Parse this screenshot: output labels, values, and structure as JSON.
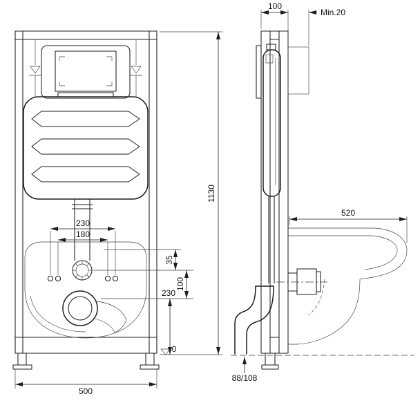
{
  "front_view": {
    "dim_bolt_spacing_outer": "230",
    "dim_bolt_spacing_inner": "180",
    "dim_offset_35": "35",
    "dim_offset_100": "100",
    "dim_outlet_height": "230",
    "dim_datum_zero": "0",
    "dim_overall_height": "1130",
    "dim_overall_width": "500"
  },
  "side_view": {
    "dim_frame_depth": "100",
    "dim_min_wall_clearance": "Min.20",
    "dim_bowl_projection": "520",
    "dim_outlet_level": "88/108"
  }
}
